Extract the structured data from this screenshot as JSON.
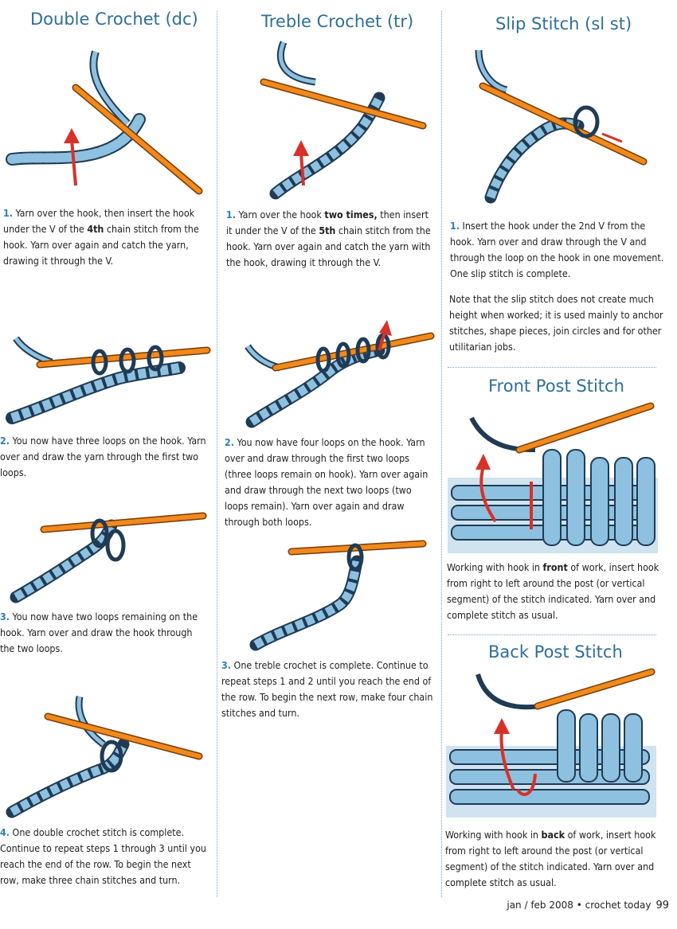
{
  "columns": {
    "double_crochet": {
      "title": "Double Crochet (dc)",
      "steps": [
        {
          "num": "1.",
          "parts": [
            "Yarn over the hook, then insert the hook under the V of the ",
            "4th",
            " chain stitch from the hook. Yarn over again and catch the yarn, drawing it through the V."
          ]
        },
        {
          "num": "2.",
          "text": "You now have three loops on the hook. Yarn over and draw the yarn through the first two loops."
        },
        {
          "num": "3.",
          "text": "You now have two loops remaining on the hook. Yarn over and draw the hook through the two loops."
        },
        {
          "num": "4.",
          "text": "One double crochet stitch is complete. Continue to repeat steps 1 through 3 until you reach the end of the row. To begin the next row, make three chain stitches and turn."
        }
      ]
    },
    "treble_crochet": {
      "title": "Treble Crochet (tr)",
      "steps": [
        {
          "num": "1.",
          "parts": [
            "Yarn over the hook ",
            "two times,",
            " then insert it under the V of the ",
            "5th",
            " chain stitch from the hook. Yarn over again and catch the yarn with the hook, drawing it through the V."
          ]
        },
        {
          "num": "2.",
          "text": "You now have four loops on the hook. Yarn over and draw through the first two loops (three loops remain on hook). Yarn over again and draw through the next two loops  (two loops remain). Yarn over again and draw through both loops."
        },
        {
          "num": "3.",
          "text": "One treble crochet is complete. Continue to repeat steps 1 and 2 until you reach the end of the row. To begin the next row, make four chain stitches and turn."
        }
      ]
    },
    "slip_stitch": {
      "title": "Slip Stitch (sl st)",
      "steps": [
        {
          "num": "1.",
          "text": "Insert the hook under the 2nd V from the hook. Yarn over and draw through the V and through the loop on the hook in one movement. One slip stitch is complete."
        }
      ],
      "note": "Note that the slip stitch does not create much height when worked; it is used mainly to anchor stitches, shape pieces, join circles and for other utilitarian jobs."
    },
    "front_post": {
      "title": "Front Post Stitch",
      "parts": [
        "Working with hook in ",
        "front",
        " of work, insert hook from right to left around the post (or vertical segment) of the stitch indicated. Yarn over and complete stitch as usual."
      ]
    },
    "back_post": {
      "title": "Back Post Stitch",
      "parts": [
        "Working with hook in ",
        "back",
        " of work, insert hook from right to left around the post (or vertical segment) of the stitch indicated. Yarn over and complete stitch as usual."
      ]
    }
  },
  "footer": {
    "issue": "jan / feb 2008 • crochet today",
    "page": "99"
  },
  "colors": {
    "title": "#2e6f97",
    "step_number": "#2e7fb0",
    "yarn": "#8ec1df",
    "hook": "#f08a1c",
    "arrow": "#d8312a"
  }
}
